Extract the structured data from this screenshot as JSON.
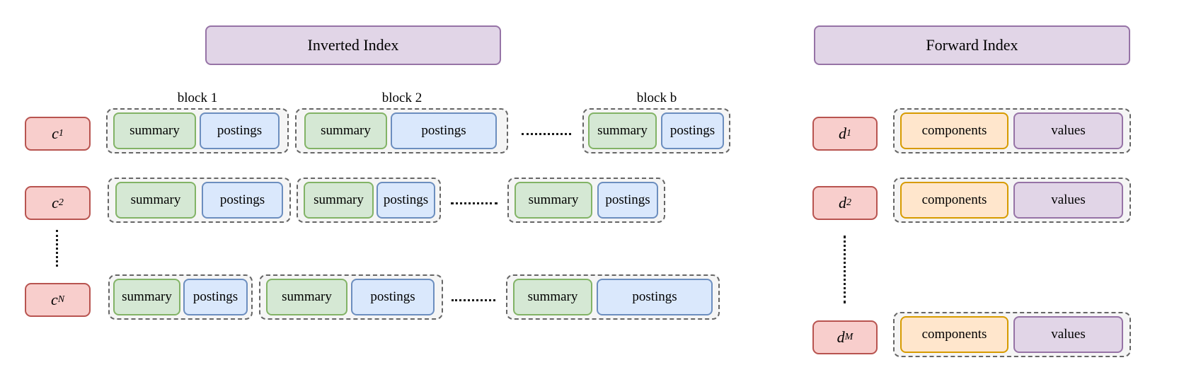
{
  "palette": {
    "header_fill": "#e1d5e7",
    "header_stroke": "#9673a6",
    "row_label_fill": "#f8cecc",
    "row_label_stroke": "#b85450",
    "summary_fill": "#d5e8d4",
    "summary_stroke": "#82b366",
    "postings_fill": "#dae8fc",
    "postings_stroke": "#6c8ebf",
    "components_fill": "#ffe6cc",
    "components_stroke": "#d79b00",
    "values_fill": "#e1d5e7",
    "values_stroke": "#9673a6",
    "block_container_fill": "#f5f5f5",
    "block_container_stroke": "#666666",
    "background": "#ffffff",
    "text": "#000000"
  },
  "labels": {
    "summary": "summary",
    "postings": "postings",
    "components": "components",
    "values": "values"
  },
  "inverted_index": {
    "title": "Inverted Index",
    "block_labels": [
      "block 1",
      "block 2",
      "block b"
    ],
    "rows": [
      {
        "base": "c",
        "sub": "1"
      },
      {
        "base": "c",
        "sub": "2"
      },
      {
        "base": "c",
        "sub": "N"
      }
    ]
  },
  "forward_index": {
    "title": "Forward Index",
    "rows": [
      {
        "base": "d",
        "sub": "1"
      },
      {
        "base": "d",
        "sub": "2"
      },
      {
        "base": "d",
        "sub": "M"
      }
    ]
  }
}
